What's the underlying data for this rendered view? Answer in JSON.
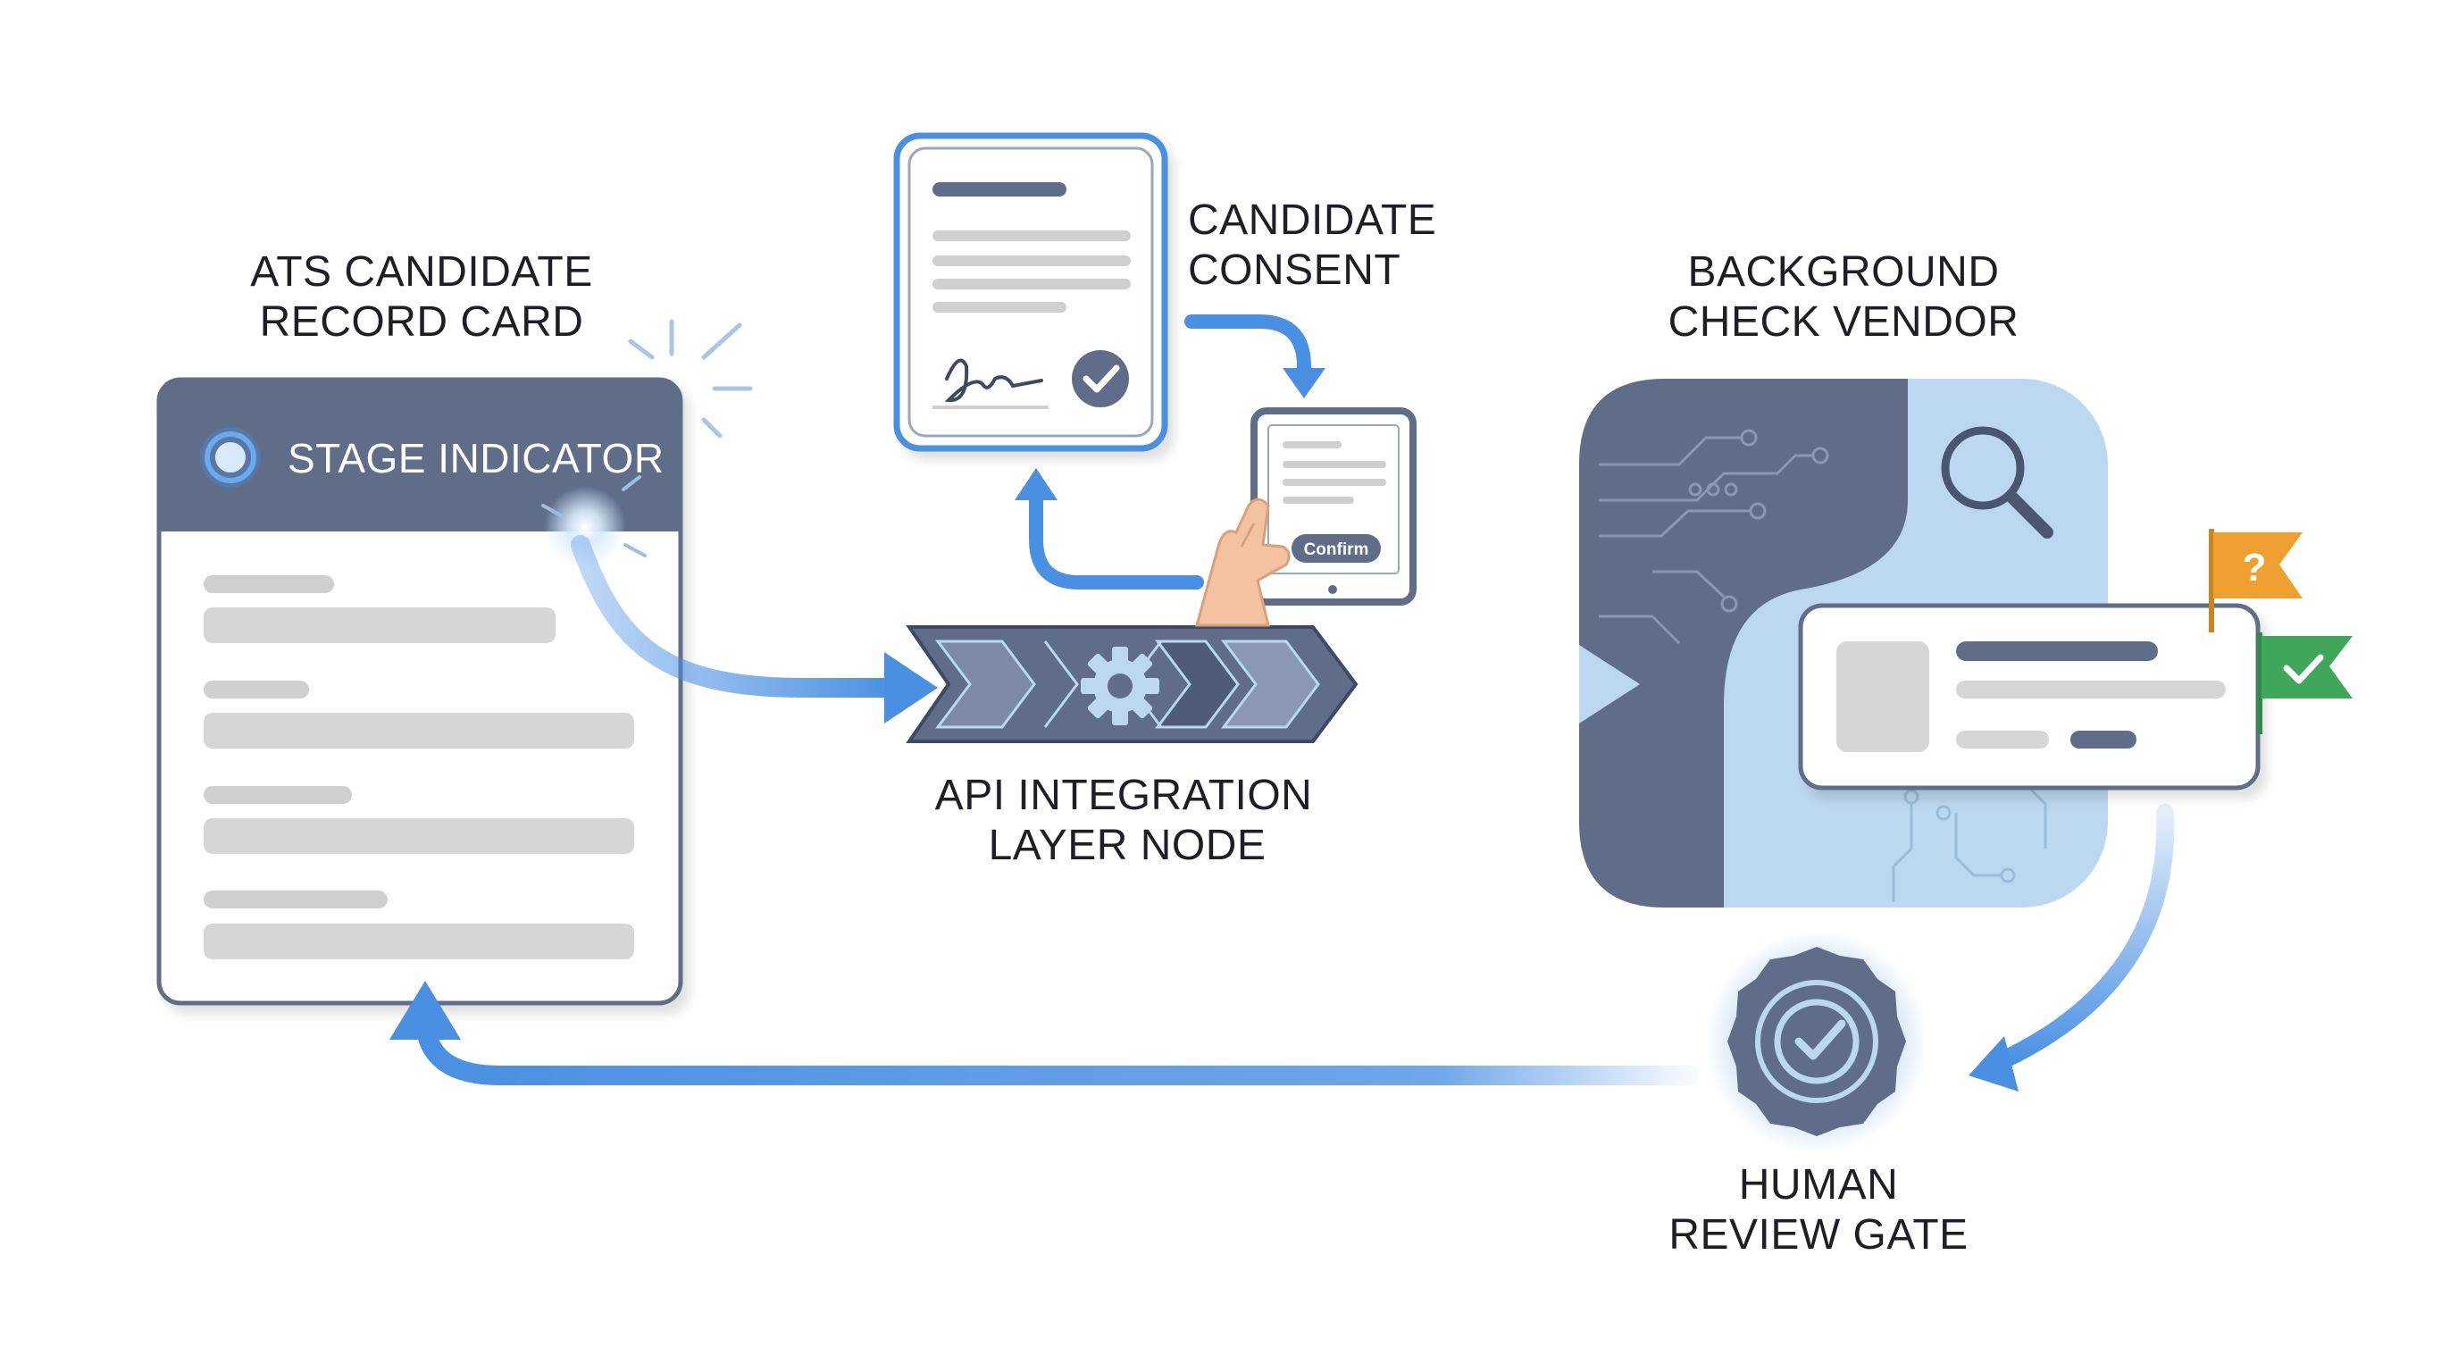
{
  "labels": {
    "ats_line1": "ATS CANDIDATE",
    "ats_line2": "RECORD CARD",
    "stage_indicator": "STAGE INDICATOR",
    "consent_line1": "CANDIDATE",
    "consent_line2": "CONSENT",
    "confirm_button": "Confirm",
    "api_line1": "API INTEGRATION",
    "api_line2": "LAYER NODE",
    "vendor_line1": "BACKGROUND",
    "vendor_line2": "CHECK VENDOR",
    "review_line1": "HUMAN",
    "review_line2": "REVIEW GATE",
    "flag_question": "?"
  },
  "icons": {
    "stage": "stage-ring-icon",
    "gear": "gear-icon",
    "search": "magnifier-icon",
    "seal": "badge-check-icon",
    "check_flag": "check-flag-icon",
    "question_flag": "question-flag-icon",
    "signature": "signature-icon",
    "hand": "hand-icon"
  },
  "colors": {
    "accent_blue": "#4a90e2",
    "slate": "#5f6d89",
    "light_blue": "#bcd7f0",
    "orange": "#f0a030",
    "green": "#3fa65a"
  }
}
